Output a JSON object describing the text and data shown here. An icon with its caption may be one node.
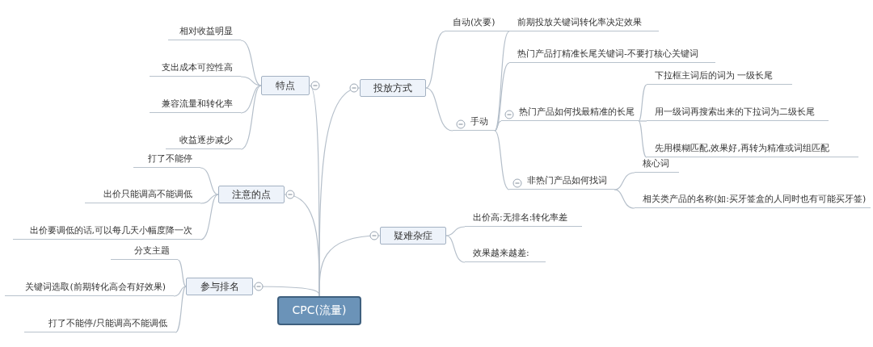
{
  "diagram": {
    "nodes": [
      {
        "text": [
          "CPC(流量)"
        ]
      },
      {
        "text": [
          "特点"
        ]
      },
      {
        "text": [
          "相对收益明显"
        ]
      },
      {
        "text": [
          "支出成本可控性高"
        ]
      },
      {
        "text": [
          "兼容流量和转化率"
        ]
      },
      {
        "text": [
          "收益逐步减少"
        ]
      },
      {
        "text": [
          "注意的点"
        ]
      },
      {
        "text": [
          "打了不能停"
        ]
      },
      {
        "text": [
          "出价只能调高不能调低"
        ]
      },
      {
        "text": [
          "出价要调低的话,可以每几天小幅度降一次"
        ]
      },
      {
        "text": [
          "参与排名"
        ]
      },
      {
        "text": [
          "分支主题"
        ]
      },
      {
        "text": [
          "关键词选取(前期转化高会有好效果)"
        ]
      },
      {
        "text": [
          "打了不能停/只能调高不能调低"
        ]
      },
      {
        "text": [
          "投放方式"
        ]
      },
      {
        "text": [
          "自动(次要)"
        ]
      },
      {
        "text": [
          "手动"
        ]
      },
      {
        "text": [
          "前期投放关键词转化率决定效果"
        ]
      },
      {
        "text": [
          "热门产品打精准长尾关键词-不要打核心关键词"
        ]
      },
      {
        "text": [
          "热门产品如何找最精准的长尾"
        ]
      },
      {
        "text": [
          "下拉框主词后的词为 一级长尾"
        ]
      },
      {
        "text": [
          "用一级词再搜索出来的下拉词为二级长尾"
        ]
      },
      {
        "text": [
          "先用模糊匹配,效果好,再转为精准或词组匹配"
        ]
      },
      {
        "text": [
          "非热门产品如何找词"
        ]
      },
      {
        "text": [
          "核心词"
        ]
      },
      {
        "text": [
          "相关类产品的名称(如:买牙签盒的人同时也有可能买牙签)"
        ]
      },
      {
        "text": [
          "疑难杂症"
        ]
      },
      {
        "text": [
          "出价高:无排名:转化率差"
        ]
      },
      {
        "text": [
          "效果越来越差:"
        ]
      }
    ],
    "edges": [
      {
        "from": 0,
        "to": 1,
        "arrow": "none"
      },
      {
        "from": 0,
        "to": 6,
        "arrow": "none"
      },
      {
        "from": 0,
        "to": 10,
        "arrow": "none"
      },
      {
        "from": 0,
        "to": 14,
        "arrow": "none"
      },
      {
        "from": 0,
        "to": 26,
        "arrow": "none"
      },
      {
        "from": 1,
        "to": 2,
        "arrow": "none"
      },
      {
        "from": 1,
        "to": 3,
        "arrow": "none"
      },
      {
        "from": 1,
        "to": 4,
        "arrow": "none"
      },
      {
        "from": 1,
        "to": 5,
        "arrow": "none"
      },
      {
        "from": 6,
        "to": 7,
        "arrow": "none"
      },
      {
        "from": 6,
        "to": 8,
        "arrow": "none"
      },
      {
        "from": 6,
        "to": 9,
        "arrow": "none"
      },
      {
        "from": 10,
        "to": 11,
        "arrow": "none"
      },
      {
        "from": 10,
        "to": 12,
        "arrow": "none"
      },
      {
        "from": 10,
        "to": 13,
        "arrow": "none"
      },
      {
        "from": 14,
        "to": 15,
        "arrow": "none"
      },
      {
        "from": 14,
        "to": 16,
        "arrow": "none"
      },
      {
        "from": 16,
        "to": 17,
        "arrow": "none"
      },
      {
        "from": 16,
        "to": 18,
        "arrow": "none"
      },
      {
        "from": 16,
        "to": 19,
        "arrow": "none"
      },
      {
        "from": 16,
        "to": 23,
        "arrow": "none"
      },
      {
        "from": 19,
        "to": 20,
        "arrow": "none"
      },
      {
        "from": 19,
        "to": 21,
        "arrow": "none"
      },
      {
        "from": 19,
        "to": 22,
        "arrow": "none"
      },
      {
        "from": 23,
        "to": 24,
        "arrow": "none"
      },
      {
        "from": 23,
        "to": 25,
        "arrow": "none"
      },
      {
        "from": 26,
        "to": 27,
        "arrow": "none"
      },
      {
        "from": 26,
        "to": 28,
        "arrow": "none"
      }
    ]
  }
}
